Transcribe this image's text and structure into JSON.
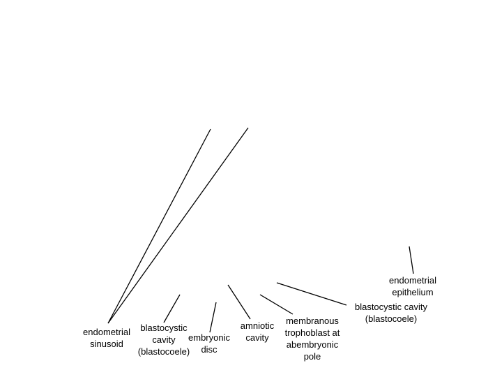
{
  "labels": {
    "endometrial_sinusoid": [
      "endometrial",
      "sinusoid"
    ],
    "blastocystic_cavity_left": [
      "blastocystic",
      "cavity",
      "(blastocoele)"
    ],
    "embryonic_disc": [
      "embryonic",
      "disc"
    ],
    "amniotic_cavity": [
      "amniotic",
      "cavity"
    ],
    "membranous_trophoblast": [
      "membranous",
      "trophoblast at",
      "abembryonic",
      "pole"
    ],
    "blastocystic_cavity_right": [
      "blastocystic cavity",
      "(blastocoele)"
    ],
    "endometrial_epithelium": [
      "endometrial",
      "epithelium"
    ]
  },
  "colors": {
    "line": "#000000",
    "text": "#000000",
    "background": "#ffffff"
  }
}
